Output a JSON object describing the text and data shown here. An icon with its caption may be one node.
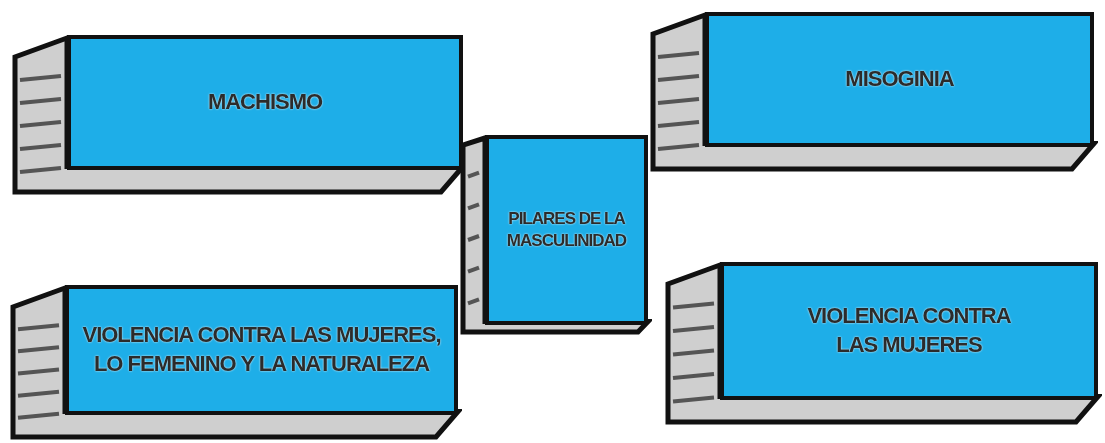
{
  "diagram": {
    "nodes": [
      {
        "text": [
          "MACHISMO"
        ]
      },
      {
        "text": [
          "MISOGINIA"
        ]
      },
      {
        "text": [
          "PILARES DE LA MASCULINIDAD"
        ]
      },
      {
        "text": [
          "VIOLENCIA CONTRA LAS MUJERES, LO FEMENINO Y LA NATURALEZA"
        ]
      },
      {
        "text": [
          "VIOLENCIA CONTRA LAS MUJERES"
        ]
      }
    ]
  }
}
